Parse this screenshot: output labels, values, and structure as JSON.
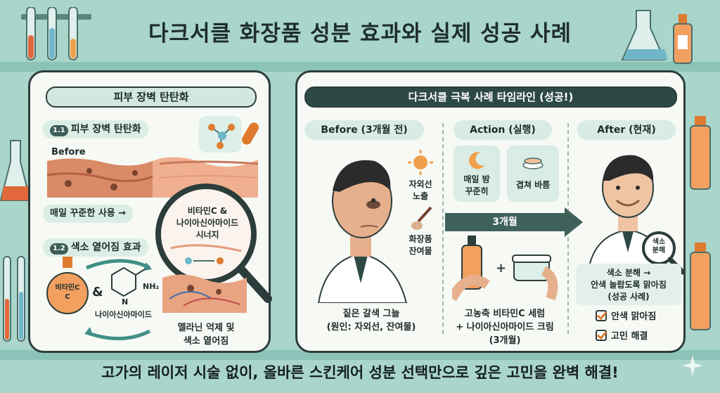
{
  "title": "다크서클 화장품 성분 효과와 실제 성공 사례",
  "left_panel": {
    "header": "피부 장벽 탄탄화",
    "section1": {
      "badge": "1.1",
      "label": "피부 장벽 탄탄화"
    },
    "before_label": "Before",
    "daily_use": "매일 꾸준한 사용 →",
    "synergy": [
      "비타민C &",
      "나이아신아마이드",
      "시너지"
    ],
    "section2": {
      "badge": "1.2",
      "label": "색소 옅어짐 효과"
    },
    "vitc_bottle": [
      "비타민C",
      "C"
    ],
    "amp": "&",
    "nh2": "NH₂",
    "n_atom": "N",
    "niacinamide": "나이아신아마이드",
    "melanin": [
      "멜라닌 억제 및",
      "색소 옅어짐"
    ]
  },
  "right_panel": {
    "header": "다크서클 극복 사례 타임라인 (성공!)",
    "before": {
      "title": "Before (3개월 전)",
      "uv": [
        "자외선",
        "노출"
      ],
      "residue": [
        "화장품",
        "잔여물"
      ],
      "caption": [
        "짙은 갈색 그늘",
        "(원인: 자외선, 잔여물)"
      ]
    },
    "action": {
      "title": "Action (실행)",
      "night": [
        "매일 밤",
        "꾸준히"
      ],
      "layer": "겹쳐 바름",
      "months_arrow": "3개월",
      "caption": [
        "고농축 비타민C 세럼",
        "+ 나이아신아마이드 크림",
        "(3개월)"
      ]
    },
    "after": {
      "title": "After (현재)",
      "magnifier": [
        "색소",
        "분해"
      ],
      "caption": [
        "색소 분해 →",
        "안색 놀랍도록 맑아짐",
        "(성공 사례)"
      ],
      "checks": [
        "안색 맑아짐",
        "고민 해결"
      ]
    }
  },
  "footer": "고가의 레이저 시술 없이, 올바른 스킨케어 성분 선택만으로 깊은 고민을 완벽 해결!"
}
